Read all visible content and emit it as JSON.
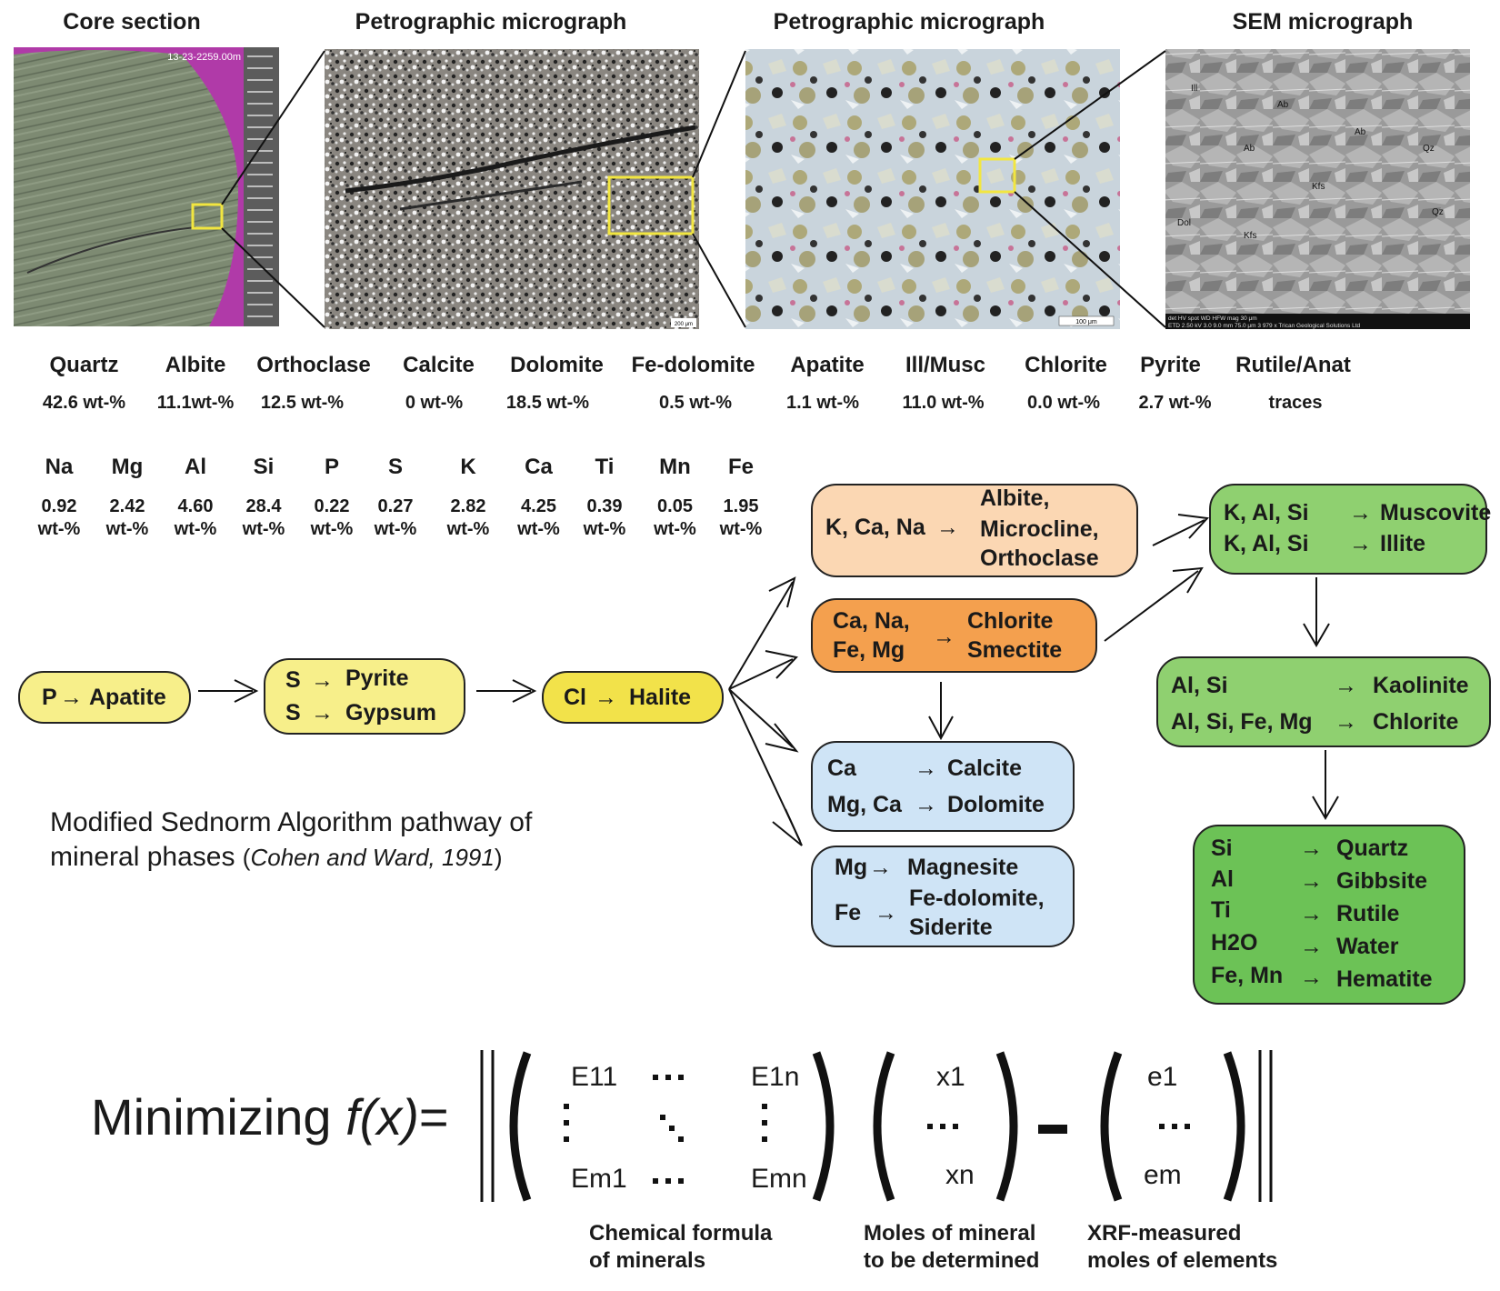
{
  "image_titles": [
    "Core section",
    "Petrographic  micrograph",
    "Petrographic  micrograph",
    "SEM micrograph"
  ],
  "core_label": "13-23-2259.00m",
  "sem_labels": {
    "ill": "Ill",
    "ab1": "Ab",
    "ab2": "Ab",
    "ab3": "Ab",
    "qz1": "Qz",
    "kfs1": "Kfs",
    "dol": "Dol",
    "kfs2": "Kfs",
    "qz2": "Qz",
    "info_bar": "det   HV   spot  WD   HFW  mag            30 μm",
    "info_bar2": "ETD 2.50 kV 3.0 9.0 mm 75.0 μm 3 979 x   Trican Geological Solutions Ltd"
  },
  "scale_bars": {
    "petro1": "200 μm",
    "petro2": "100 μm"
  },
  "minerals": [
    {
      "name": "Quartz",
      "value": "42.6 wt-%"
    },
    {
      "name": "Albite",
      "value": "11.1wt-%"
    },
    {
      "name": "Orthoclase",
      "value": "12.5 wt-%"
    },
    {
      "name": "Calcite",
      "value": "0 wt-%"
    },
    {
      "name": "Dolomite",
      "value": "18.5 wt-%"
    },
    {
      "name": "Fe-dolomite",
      "value": "0.5 wt-%"
    },
    {
      "name": "Apatite",
      "value": "1.1 wt-%"
    },
    {
      "name": "Ill/Musc",
      "value": "11.0 wt-%"
    },
    {
      "name": "Chlorite",
      "value": "0.0 wt-%"
    },
    {
      "name": "Pyrite",
      "value": "2.7 wt-%"
    },
    {
      "name": "Rutile/Anat",
      "value": "traces"
    }
  ],
  "elements": [
    {
      "name": "Na",
      "value": "0.92",
      "unit": "wt-%"
    },
    {
      "name": "Mg",
      "value": "2.42",
      "unit": "wt-%"
    },
    {
      "name": "Al",
      "value": "4.60",
      "unit": "wt-%"
    },
    {
      "name": "Si",
      "value": "28.4",
      "unit": "wt-%"
    },
    {
      "name": "P",
      "value": "0.22",
      "unit": "wt-%"
    },
    {
      "name": "S",
      "value": "0.27",
      "unit": "wt-%"
    },
    {
      "name": "K",
      "value": "2.82",
      "unit": "wt-%"
    },
    {
      "name": "Ca",
      "value": "4.25",
      "unit": "wt-%"
    },
    {
      "name": "Ti",
      "value": "0.39",
      "unit": "wt-%"
    },
    {
      "name": "Mn",
      "value": "0.05",
      "unit": "wt-%"
    },
    {
      "name": "Fe",
      "value": "1.95",
      "unit": "wt-%"
    }
  ],
  "boxes": {
    "apatite": {
      "l1": "P",
      "arrow": "→",
      "l2": "Apatite"
    },
    "pyrite": {
      "s1": "S",
      "a1": "→",
      "m1": "Pyrite",
      "s2": "S",
      "a2": "→",
      "m2": "Gypsum"
    },
    "halite": {
      "l1": "Cl",
      "arrow": "→",
      "l2": "Halite"
    },
    "albite": {
      "left": "K, Ca, Na",
      "arrow": "→",
      "r1": "Albite,",
      "r2": "Microcline,",
      "r3": "Orthoclase"
    },
    "chlorite": {
      "left1": "Ca, Na,",
      "left2": "Fe, Mg",
      "arrow": "→",
      "r1": "Chlorite",
      "r2": "Smectite"
    },
    "calcite": {
      "e1": "Ca",
      "a1": "→",
      "m1": "Calcite",
      "e2": "Mg, Ca",
      "a2": "→",
      "m2": "Dolomite"
    },
    "magnesite": {
      "e1": "Mg",
      "a1": "→",
      "m1": "Magnesite",
      "e2": "Fe",
      "a2": "→",
      "m2a": "Fe-dolomite,",
      "m2b": "Siderite"
    },
    "muscovite": {
      "e1": "K, Al, Si",
      "a1": "→",
      "m1": "Muscovite",
      "e2": "K, Al, Si",
      "a2": "→",
      "m2": "Illite"
    },
    "kaolinite": {
      "e1": "Al, Si",
      "a1": "→",
      "m1": "Kaolinite",
      "e2": "Al, Si, Fe, Mg",
      "a2": "→",
      "m2": "Chlorite"
    },
    "quartz": {
      "rows": [
        {
          "e": "Si",
          "a": "→",
          "m": "Quartz"
        },
        {
          "e": "Al",
          "a": "→",
          "m": "Gibbsite"
        },
        {
          "e": "Ti",
          "a": "→",
          "m": "Rutile"
        },
        {
          "e": "H2O",
          "a": "→",
          "m": "Water"
        },
        {
          "e": "Fe, Mn",
          "a": "→",
          "m": "Hematite"
        }
      ]
    }
  },
  "caption": {
    "line1": "Modified Sednorm Algorithm pathway of",
    "line2a": "mineral phases ",
    "line2b_paren_open": "(",
    "line2b": "Cohen and Ward, 1991",
    "line2b_paren_close": ")"
  },
  "formula": {
    "prefix": "Minimizing ",
    "fx": "f(x)",
    "equals": "=",
    "m11": "E11",
    "m1n": "E1n",
    "mm1": "Em1",
    "mmn": "Emn",
    "x1": "x1",
    "xn": "xn",
    "e1": "e1",
    "em": "em",
    "minus": "-"
  },
  "bottom_labels": [
    {
      "l1": "Chemical formula",
      "l2": "of minerals"
    },
    {
      "l1": "Moles of mineral",
      "l2": "to be determined"
    },
    {
      "l1": "XRF-measured",
      "l2": "moles of elements"
    }
  ],
  "colors": {
    "yellow": "#f7ef8a",
    "yellow_dark": "#f2e24a",
    "peach": "#fbd7b3",
    "orange": "#f4a04e",
    "blue": "#cfe4f6",
    "light_green": "#8fd070",
    "green": "#6cc256",
    "core_magenta": "#b03aa8",
    "highlight_box": "#f2e640"
  }
}
